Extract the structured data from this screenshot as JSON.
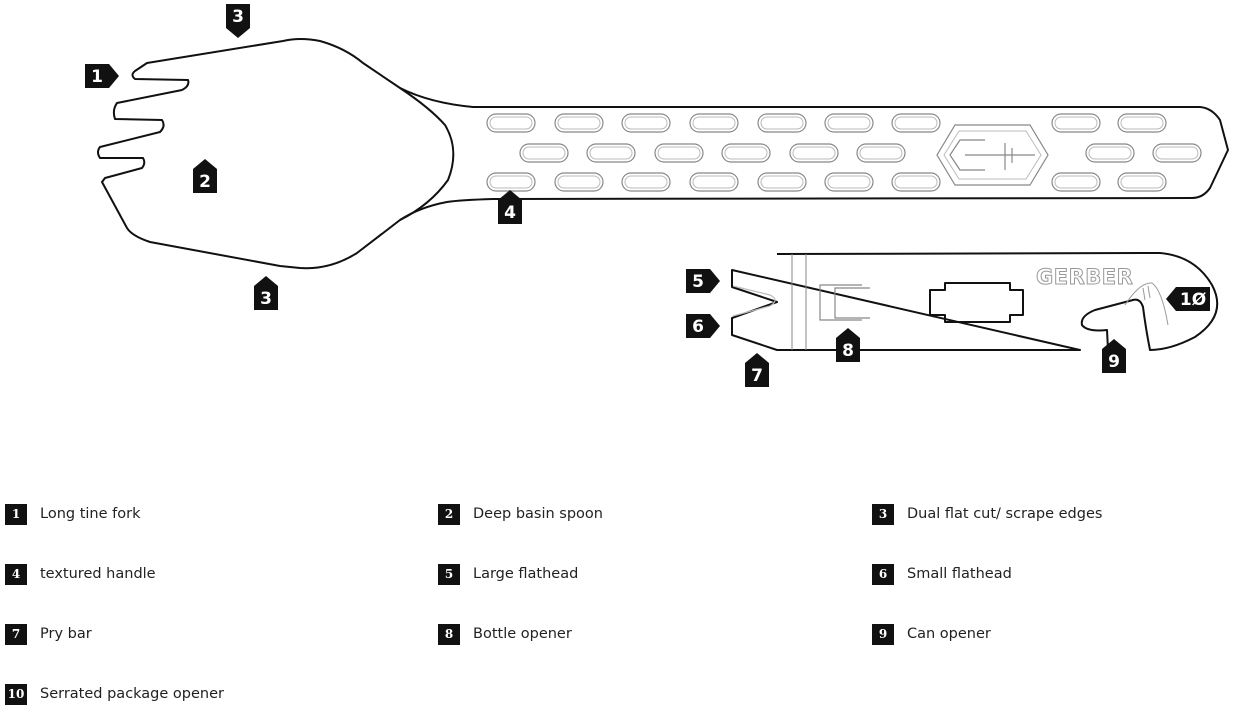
{
  "brand_text": "GERBER",
  "callouts": [
    "1",
    "2",
    "3",
    "3",
    "4",
    "5",
    "6",
    "7",
    "8",
    "9",
    "1Ø"
  ],
  "legend": [
    {
      "num": "1",
      "label": "Long tine fork"
    },
    {
      "num": "2",
      "label": "Deep basin spoon"
    },
    {
      "num": "3",
      "label": "Dual flat cut/ scrape edges"
    },
    {
      "num": "4",
      "label": "textured handle"
    },
    {
      "num": "5",
      "label": "Large flathead"
    },
    {
      "num": "6",
      "label": "Small flathead"
    },
    {
      "num": "7",
      "label": "Pry bar"
    },
    {
      "num": "8",
      "label": "Bottle opener"
    },
    {
      "num": "9",
      "label": "Can opener"
    },
    {
      "num": "10",
      "label": "Serrated package opener"
    }
  ],
  "colors": {
    "badge": "#111111",
    "line": "#111111",
    "background": "#ffffff"
  }
}
